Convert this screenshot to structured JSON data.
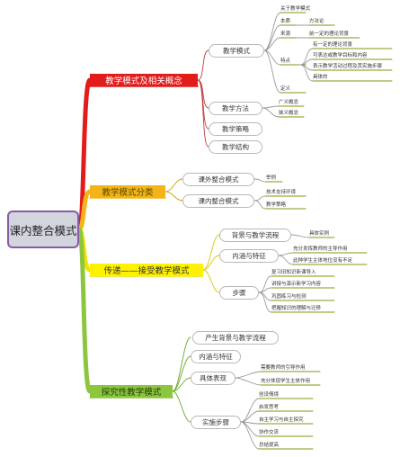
{
  "root": "课内整合模式",
  "branches": [
    {
      "label": "教学模式及相关概念",
      "colors": {
        "fill": "#e21b1b",
        "text": "#ffffff",
        "line": "#e21b1b"
      },
      "nodes": [
        {
          "label": "教学模式",
          "leaves": [
            {
              "label": "关于教学模式"
            },
            {
              "label": "本质",
              "sub": [
                "方法论"
              ]
            },
            {
              "label": "来源",
              "sub": [
                "前一定的理论背景"
              ]
            },
            {
              "label": "特点",
              "sub": [
                "有一定的理论背景",
                "可表达或教学目标和内容",
                "表示教学活动过程及其实施步骤",
                "具体的"
              ]
            },
            {
              "label": "定义"
            }
          ]
        },
        {
          "label": "教学方法",
          "leaves": [
            {
              "label": "广义概念"
            },
            {
              "label": "狭义概念"
            }
          ]
        },
        {
          "label": "教学策略",
          "leaves": []
        },
        {
          "label": "教学结构",
          "leaves": []
        }
      ]
    },
    {
      "label": "教学模式分类",
      "colors": {
        "fill": "#f2b418",
        "text": "#5a4a00",
        "line": "#f2b418"
      },
      "nodes": [
        {
          "label": "课外整合模式",
          "leaves": [
            {
              "label": "举例"
            }
          ]
        },
        {
          "label": "课内整合模式",
          "leaves": [
            {
              "label": "技术支持环境"
            },
            {
              "label": "教学策略"
            }
          ]
        }
      ]
    },
    {
      "label": "传递——接受教学模式",
      "colors": {
        "fill": "#fff200",
        "text": "#333333",
        "line": "#f0e400"
      },
      "nodes": [
        {
          "label": "背景与教学流程",
          "leaves": [
            {
              "label": "具体实例"
            }
          ]
        },
        {
          "label": "内涵与特征",
          "leaves": [
            {
              "label": "充分发挥教师的主导作用"
            },
            {
              "label": "此种学生主体地位没有不足"
            }
          ]
        },
        {
          "label": "步骤",
          "leaves": [
            {
              "label": "复习旧知识新课导入"
            },
            {
              "label": "讲授与演示新学习内容"
            },
            {
              "label": "巩固练习与检测"
            },
            {
              "label": "把握知识的理解与迁移"
            }
          ]
        }
      ]
    },
    {
      "label": "探究性教学模式",
      "colors": {
        "fill": "#8cc63e",
        "text": "#1f3a0a",
        "line": "#8cc63e"
      },
      "nodes": [
        {
          "label": "产生背景与教学流程",
          "leaves": []
        },
        {
          "label": "内涵与特征",
          "leaves": []
        },
        {
          "label": "具体表现",
          "leaves": [
            {
              "label": "需要教师的引导作用"
            },
            {
              "label": "充分体现学生主体作用"
            }
          ]
        },
        {
          "label": "实施步骤",
          "leaves": [
            {
              "label": "创设情境"
            },
            {
              "label": "启发思考"
            },
            {
              "label": "自主学习与自主探究"
            },
            {
              "label": "协作交流"
            },
            {
              "label": "总结提高"
            }
          ]
        }
      ]
    }
  ]
}
